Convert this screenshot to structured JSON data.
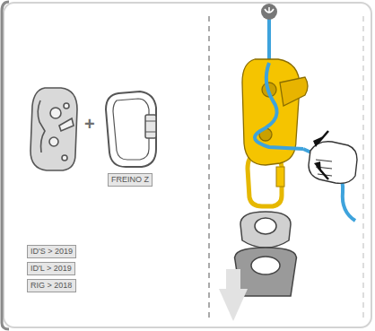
{
  "diagram": {
    "nodes": [
      {
        "text": [
          "FREINO Z"
        ]
      },
      {
        "text": [
          "ID'S > 2019"
        ]
      },
      {
        "text": [
          "ID'L > 2019"
        ]
      },
      {
        "text": [
          "RIG > 2018"
        ]
      }
    ],
    "labels": [
      "+"
    ]
  }
}
